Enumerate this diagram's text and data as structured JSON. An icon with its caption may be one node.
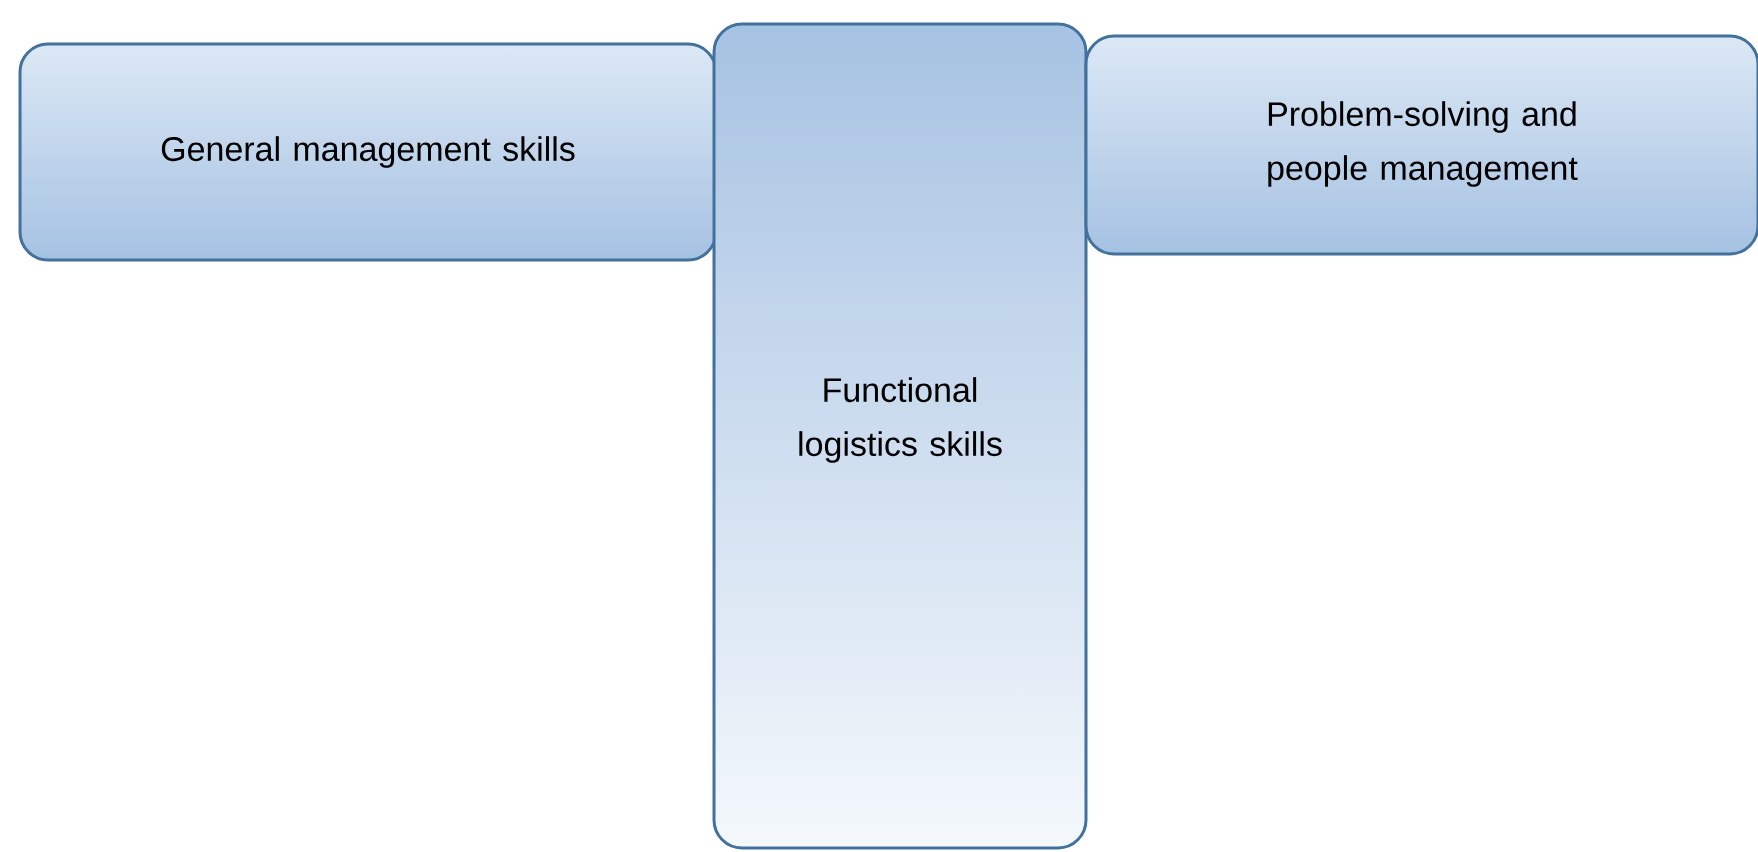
{
  "diagram": {
    "nodes": [
      {
        "text": [
          "General management skills"
        ]
      },
      {
        "text": [
          "Functional logistics skills"
        ]
      },
      {
        "text": [
          "Problem-solving and people management"
        ]
      }
    ]
  }
}
